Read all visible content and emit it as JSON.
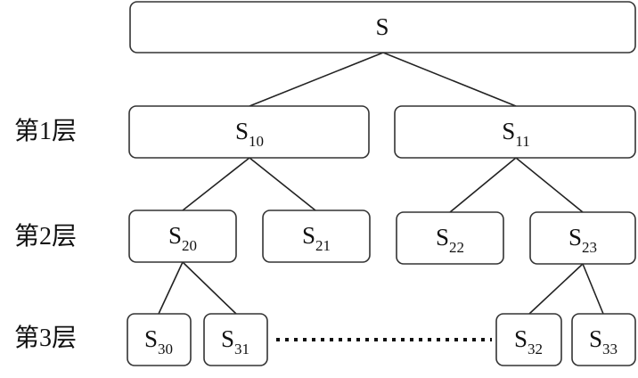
{
  "nodes": {
    "s": {
      "main": "S",
      "sub": ""
    },
    "s10": {
      "main": "S",
      "sub": "10"
    },
    "s11": {
      "main": "S",
      "sub": "11"
    },
    "s20": {
      "main": "S",
      "sub": "20"
    },
    "s21": {
      "main": "S",
      "sub": "21"
    },
    "s22": {
      "main": "S",
      "sub": "22"
    },
    "s23": {
      "main": "S",
      "sub": "23"
    },
    "s30": {
      "main": "S",
      "sub": "30"
    },
    "s31": {
      "main": "S",
      "sub": "31"
    },
    "s32": {
      "main": "S",
      "sub": "32"
    },
    "s33": {
      "main": "S",
      "sub": "33"
    }
  },
  "layers": {
    "layer1": "第1层",
    "layer2": "第2层",
    "layer3": "第3层"
  }
}
